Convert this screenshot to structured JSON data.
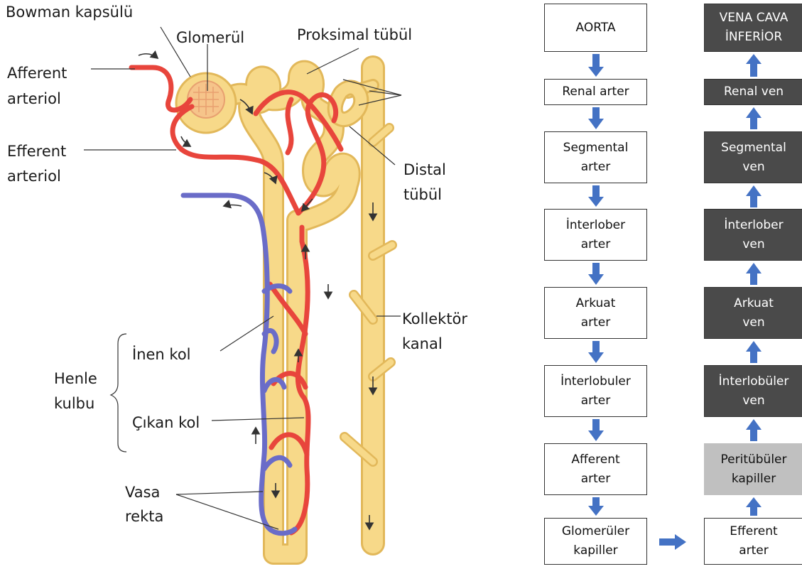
{
  "labels": {
    "bowman": "Bowman kapsülü",
    "glomerul": "Glomerül",
    "proksimal": "Proksimal tübül",
    "afferent_1": "Afferent",
    "afferent_2": "arteriol",
    "efferent_1": "Efferent",
    "efferent_2": "arteriol",
    "distal_1": "Distal",
    "distal_2": "tübül",
    "kollektor_1": "Kollektör",
    "kollektor_2": "kanal",
    "inen": "İnen kol",
    "henle_1": "Henle",
    "henle_2": "kulbu",
    "cikan": "Çıkan kol",
    "vasa_1": "Vasa",
    "vasa_2": "rekta"
  },
  "flow": {
    "arterial": [
      "AORTA",
      "Renal arter",
      "Segmental\narter",
      "İnterlober\narter",
      "Arkuat\narter",
      "İnterlobuler\narter",
      "Afferent\narter",
      "Glomerüler\nkapiller"
    ],
    "venous": [
      "VENA CAVA\nİNFERİOR",
      "Renal ven",
      "Segmental\nven",
      "İnterlober\nven",
      "Arkuat\nven",
      "İnterlobüler\nven",
      "Peritübüler\nkapiller",
      "Efferent\narter"
    ]
  },
  "colors": {
    "arrow": "#4472c4",
    "artery": "#e8453c",
    "vein": "#6a6cc8",
    "tubule": "#f7d989",
    "tubule_edge": "#e2b85a",
    "dark_box": "#4a4a4a",
    "light_box": "#c0c0c0"
  }
}
